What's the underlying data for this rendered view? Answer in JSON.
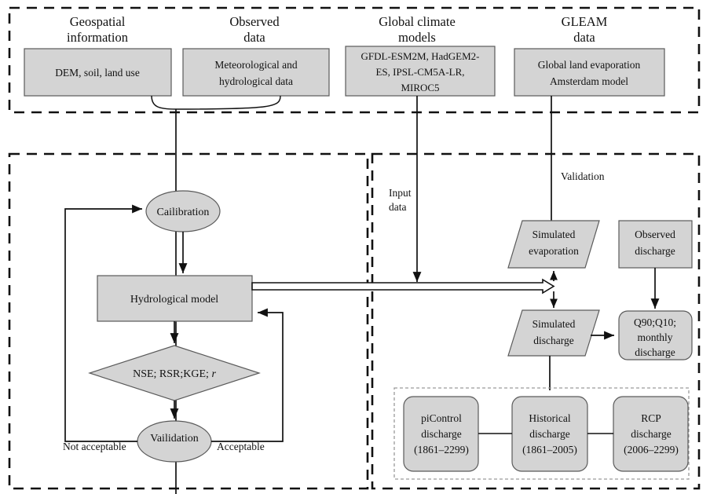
{
  "figure": {
    "title": "Hydrological modelling framework flowchart",
    "colors": {
      "shape_fill": "#d4d4d4",
      "shape_stroke": "#5a5a5a",
      "line": "#111111",
      "background": "#ffffff"
    }
  },
  "top_group": {
    "columns": [
      {
        "heading_line1": "Geospatial",
        "heading_line2": "information",
        "box_line1": "DEM, soil, land use",
        "box_line2": ""
      },
      {
        "heading_line1": "Observed",
        "heading_line2": "data",
        "box_line1": "Meteorological and",
        "box_line2": "hydrological data"
      },
      {
        "heading_line1": "Global climate",
        "heading_line2": "models",
        "box_line1": "GFDL-ESM2M, HadGEM2-",
        "box_line2": "ES, IPSL-CM5A-LR,",
        "box_line3": "MIROC5"
      },
      {
        "heading_line1": "GLEAM",
        "heading_line2": "data",
        "box_line1": "Global land evaporation",
        "box_line2": "Amsterdam model"
      }
    ]
  },
  "left_group": {
    "calibration": "Cailibration",
    "hydrological_model": "Hydrological model",
    "metrics_prefix": "NSE; RSR;KGE; ",
    "metrics_italic": "r",
    "validation": "Vailidation",
    "label_not_acceptable": "Not acceptable",
    "label_acceptable": "Acceptable"
  },
  "right_group": {
    "input_data_line1": "Input",
    "input_data_line2": "data",
    "validation_label": "Validation",
    "simulated_evaporation_line1": "Simulated",
    "simulated_evaporation_line2": "evaporation",
    "observed_discharge_line1": "Observed",
    "observed_discharge_line2": "discharge",
    "simulated_discharge_line1": "Simulated",
    "simulated_discharge_line2": "discharge",
    "metrics_box_line1": "Q90;Q10;",
    "metrics_box_line2": "monthly",
    "metrics_box_line3": "discharge"
  },
  "scenario_group": {
    "boxes": [
      {
        "line1": "piControl",
        "line2": "discharge",
        "line3": "(1861–2299)"
      },
      {
        "line1": "Historical",
        "line2": "discharge",
        "line3": "(1861–2005)"
      },
      {
        "line1": "RCP",
        "line2": "discharge",
        "line3": "(2006–2299)"
      }
    ]
  }
}
